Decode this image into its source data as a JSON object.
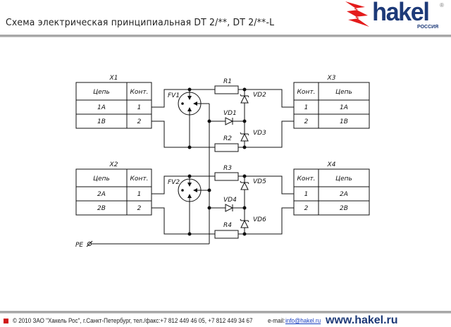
{
  "header": {
    "title": "Схема электрическая принципиальная DT 2/**, DT 2/**-L"
  },
  "logo": {
    "word": "hakel",
    "sub": "РОССИЯ",
    "reg": "®"
  },
  "diagram": {
    "x1": {
      "label": "X1",
      "head": [
        "Цепь",
        "Конт."
      ],
      "rows": [
        [
          "1A",
          "1"
        ],
        [
          "1B",
          "2"
        ]
      ]
    },
    "x2": {
      "label": "X2",
      "head": [
        "Цепь",
        "Конт."
      ],
      "rows": [
        [
          "2A",
          "1"
        ],
        [
          "2B",
          "2"
        ]
      ]
    },
    "x3": {
      "label": "X3",
      "head": [
        "Конт.",
        "Цепь"
      ],
      "rows": [
        [
          "1",
          "1A"
        ],
        [
          "2",
          "1B"
        ]
      ]
    },
    "x4": {
      "label": "X4",
      "head": [
        "Конт.",
        "Цепь"
      ],
      "rows": [
        [
          "1",
          "2A"
        ],
        [
          "2",
          "2B"
        ]
      ]
    },
    "components": {
      "fv1": "FV1",
      "fv2": "FV2",
      "r1": "R1",
      "r2": "R2",
      "r3": "R3",
      "r4": "R4",
      "vd1": "VD1",
      "vd2": "VD2",
      "vd3": "VD3",
      "vd4": "VD4",
      "vd5": "VD5",
      "vd6": "VD6",
      "pe": "PE"
    }
  },
  "footer": {
    "copyright": "© 2010 ЗАО \"Хакель Рос\", г.Санкт-Петербург, тел./факс:+7 812 449 46 05, +7 812 449 34 67",
    "email_label": "e-mail:",
    "email": "info@hakel.ru",
    "website": "www.hakel.ru"
  }
}
